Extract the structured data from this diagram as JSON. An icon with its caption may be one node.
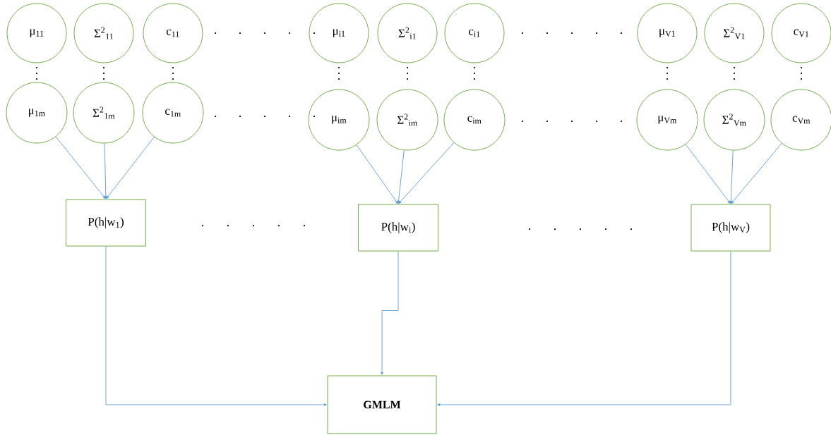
{
  "diagram": {
    "nodes": [
      {
        "text": [
          "μ$_{11}$"
        ]
      },
      {
        "text": [
          "Σ$^{2}$$_{11}$"
        ]
      },
      {
        "text": [
          "c$_{11}$"
        ]
      },
      {
        "text": [
          "μ$_{i1}$"
        ]
      },
      {
        "text": [
          "Σ$^{2}$$_{i1}$"
        ]
      },
      {
        "text": [
          "c$_{i1}$"
        ]
      },
      {
        "text": [
          "μ$_{V1}$"
        ]
      },
      {
        "text": [
          "Σ$^{2}$$_{V1}$"
        ]
      },
      {
        "text": [
          "c$_{V1}$"
        ]
      },
      {
        "text": [
          "μ$_{1m}$"
        ]
      },
      {
        "text": [
          "Σ$^{2}$$_{1m}$"
        ]
      },
      {
        "text": [
          "c$_{1m}$"
        ]
      },
      {
        "text": [
          "μ$_{im}$"
        ]
      },
      {
        "text": [
          "Σ$^{2}$$_{im}$"
        ]
      },
      {
        "text": [
          "c$_{im}$"
        ]
      },
      {
        "text": [
          "μ$_{Vm}$"
        ]
      },
      {
        "text": [
          "Σ$^{2}$$_{Vm}$"
        ]
      },
      {
        "text": [
          "c$_{Vm}$"
        ]
      },
      {
        "text": [
          "P(h|w$_{1}$)"
        ]
      },
      {
        "text": [
          "P(h|w$_{i}$)"
        ]
      },
      {
        "text": [
          "P(h|w$_{V}$)"
        ]
      },
      {
        "text": [
          "GMLM"
        ]
      }
    ],
    "edges": [
      {
        "from": 9,
        "to": 18,
        "arrow": "to"
      },
      {
        "from": 10,
        "to": 18,
        "arrow": "to"
      },
      {
        "from": 11,
        "to": 18,
        "arrow": "to"
      },
      {
        "from": 12,
        "to": 19,
        "arrow": "to"
      },
      {
        "from": 13,
        "to": 19,
        "arrow": "to"
      },
      {
        "from": 14,
        "to": 19,
        "arrow": "to"
      },
      {
        "from": 15,
        "to": 20,
        "arrow": "to"
      },
      {
        "from": 16,
        "to": 20,
        "arrow": "to"
      },
      {
        "from": 17,
        "to": 20,
        "arrow": "to"
      },
      {
        "from": 18,
        "to": 21,
        "arrow": "to"
      },
      {
        "from": 19,
        "to": 21,
        "arrow": "to"
      },
      {
        "from": 20,
        "to": 21,
        "arrow": "to"
      }
    ]
  }
}
